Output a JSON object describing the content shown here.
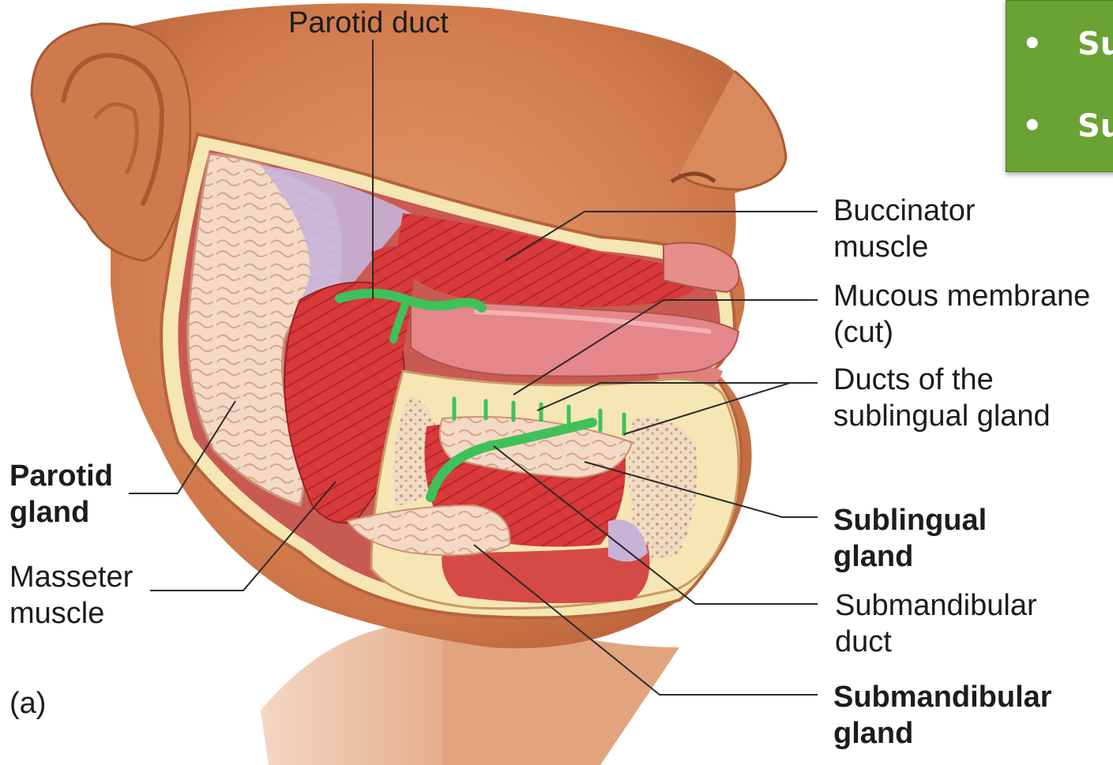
{
  "labels": {
    "parotid_duct": "Parotid duct",
    "buccinator": [
      "Buccinator",
      "muscle"
    ],
    "mucous": [
      "Mucous membrane",
      "(cut)"
    ],
    "ducts_sublingual": [
      "Ducts of the",
      "sublingual gland"
    ],
    "parotid_gland": [
      "Parotid",
      "gland"
    ],
    "masseter": [
      "Masseter",
      "muscle"
    ],
    "sublingual_gland": [
      "Sublingual",
      "gland"
    ],
    "submandibular_duct": [
      "Submandibular",
      "duct"
    ],
    "submandibular_gland": [
      "Submandibular",
      "gland"
    ],
    "panel": "(a)"
  },
  "green_box": {
    "bullets": [
      {
        "bullet": "•",
        "text": "Su"
      },
      {
        "bullet": "•",
        "text": "Su"
      }
    ],
    "color": "#6aa234"
  },
  "colors": {
    "skin": "#d9875a",
    "skin_dark": "#b8643a",
    "muscle": "#d83a3a",
    "gland": "#f3d6c2",
    "duct": "#3fc15a",
    "bone": "#f5e2a8"
  }
}
